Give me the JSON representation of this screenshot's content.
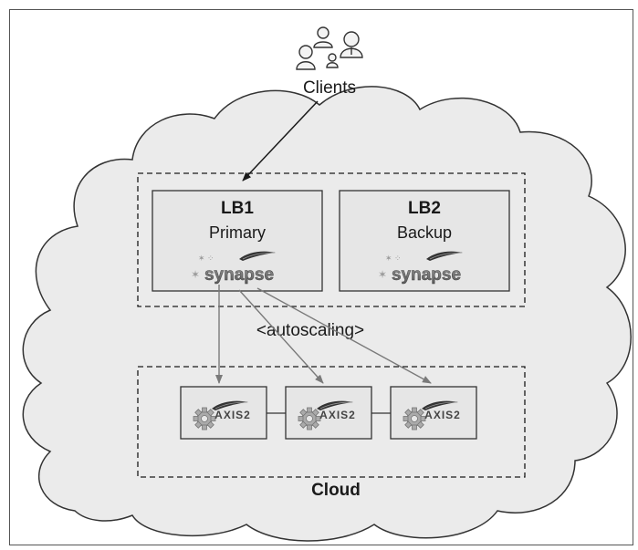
{
  "clients": {
    "label": "Clients"
  },
  "load_balancers": [
    {
      "name": "LB1",
      "role": "Primary",
      "logo_text": "synapse"
    },
    {
      "name": "LB2",
      "role": "Backup",
      "logo_text": "synapse"
    }
  ],
  "autoscaling_label": "<autoscaling>",
  "axis2_nodes": [
    {
      "logo_text": "AXIS2"
    },
    {
      "logo_text": "AXIS2"
    },
    {
      "logo_text": "AXIS2"
    }
  ],
  "cloud": {
    "label": "Cloud"
  },
  "colors": {
    "cloud_fill": "#ebebeb",
    "box_fill": "#e6e6e6",
    "stroke": "#333333",
    "arrow_gray": "#7a7a7a"
  }
}
